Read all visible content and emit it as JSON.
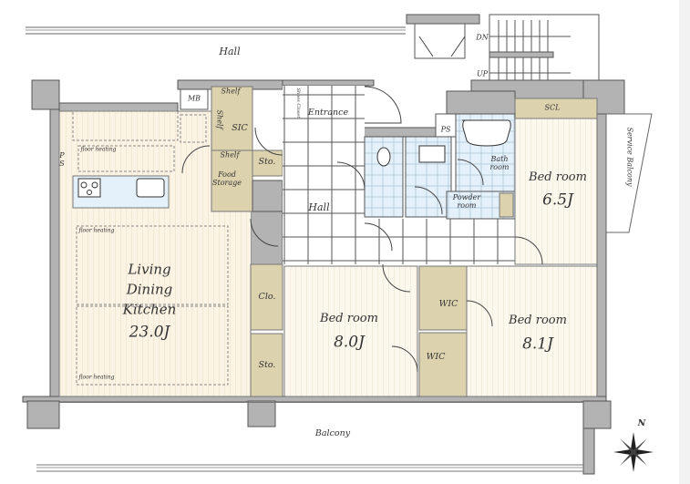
{
  "colors": {
    "wall": "#b3b3b3",
    "floor_wood": "#fbf3e4",
    "storage": "#ddd2ae",
    "wet_area": "#e4f0fa",
    "tile": "#ffffff"
  },
  "common": {
    "hall_top": "Hall",
    "stairs_down": "DN",
    "stairs_up": "UP",
    "balcony": "Balcony",
    "service_balcony": "Service Balcony",
    "compass_north": "N"
  },
  "rooms": {
    "mb": "MB",
    "shelf1": "Shelf",
    "shelf2": "Shelf",
    "shelf3": "Shelf",
    "sic": "SIC",
    "shoe_closet": "Shoes Closet",
    "entrance": "Entrance",
    "sto_small": "Sto.",
    "food_storage": "Food Storage",
    "ps_left": "P S",
    "ps_right": "PS",
    "floor_heating_1": "floor heating",
    "floor_heating_2": "floor heating",
    "floor_heating_3": "floor heating",
    "hall": "Hall",
    "bath": "Bath room",
    "powder": "Powder room",
    "scl": "SCL",
    "bed1_name": "Bed room",
    "bed1_size": "6.5J",
    "ldk_name": "Living Dining Kitchen",
    "ldk_size": "23.0J",
    "clo": "Clo.",
    "sto_lower": "Sto.",
    "bed2_name": "Bed room",
    "bed2_size": "8.0J",
    "wic1": "WIC",
    "wic2": "WIC",
    "bed3_name": "Bed room",
    "bed3_size": "8.1J"
  }
}
